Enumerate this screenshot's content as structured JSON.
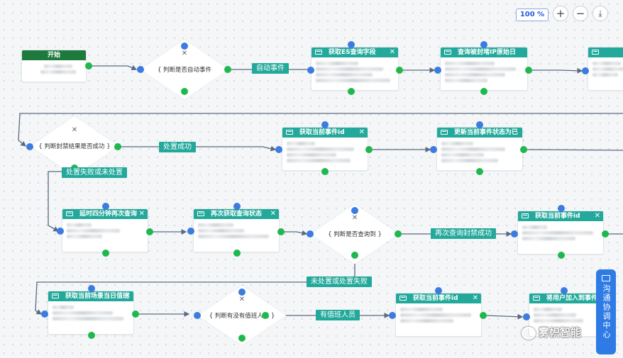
{
  "toolbar": {
    "zoom": "100 %",
    "zoom_in": "+",
    "zoom_out": "−",
    "download": "⤓"
  },
  "start": {
    "label": "开始"
  },
  "decisions": {
    "d1": "{ 判断是否自动事件",
    "d2": "{ 判断封禁结果是否成功 }",
    "d3": "{ 判断是否查询到 }",
    "d4": "{ 判断有没有值班人员 }"
  },
  "nodes": {
    "n1": "获取ES查询字段",
    "n2": "查询被封堵IP原始日",
    "n3": "",
    "n4": "获取当前事件id",
    "n5": "更新当前事件状态为已",
    "n6": "延时四分钟再次查询",
    "n7": "再次获取查询状态",
    "n8": "获取当前事件id",
    "n9": "获取当前场景当日值班",
    "n10": "获取当前事件id",
    "n11": "将用户加入到事件中"
  },
  "edge_labels": {
    "e1": "自动事件",
    "e2": "处置成功",
    "e3": "处置失败或未处置",
    "e4": "再次查询封禁成功",
    "e5": "未处置或处置失败",
    "e6": "有值班人员"
  },
  "side_panel": {
    "label": "沟通协调中心"
  },
  "watermark": "雾帜智能",
  "colors": {
    "node_header": "#23a99b",
    "start_header": "#1d7a3c",
    "in_port": "#3c7be0",
    "out_port": "#1fb84e",
    "panel": "#2e7be6"
  }
}
